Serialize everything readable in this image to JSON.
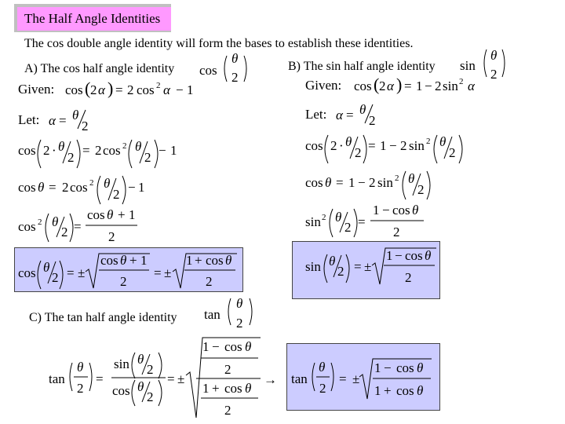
{
  "title": "The Half Angle Identities",
  "intro": "The cos double angle identity will form the bases to establish these identities.",
  "section_a": {
    "heading": "A) The cos half angle identity",
    "func": "cos",
    "given_label": "Given:",
    "let_label": "Let:"
  },
  "section_b": {
    "heading": "B) The sin half angle identity",
    "func": "sin",
    "given_label": "Given:",
    "let_label": "Let:"
  },
  "section_c": {
    "heading": "C) The tan half angle identity",
    "func": "tan"
  },
  "symbols": {
    "theta": "θ",
    "alpha": "α",
    "two": "2",
    "one": "1",
    "pm": "±",
    "arrow": "→",
    "equals": "=",
    "cos": "cos",
    "sin": "sin",
    "tan": "tan"
  },
  "colors": {
    "title_bg": "#ff99ff",
    "title_shadow": "#c0c0c0",
    "result_box_bg": "#ccccff"
  }
}
